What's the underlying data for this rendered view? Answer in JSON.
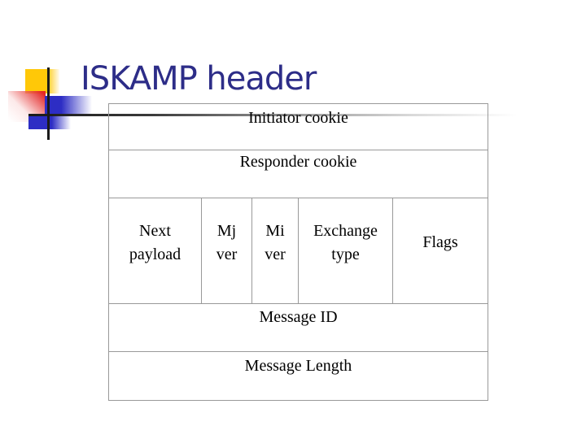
{
  "slide": {
    "title": "ISKAMP header"
  },
  "colors": {
    "title_text": "#2d2d88",
    "table_border": "#999999",
    "accent_yellow": "#ffc808",
    "accent_red": "#e32626",
    "accent_blue": "#2d2dc4",
    "line_black": "#1a1a1a"
  },
  "header_table": {
    "row_initiator": "Initiator cookie",
    "row_responder": "Responder cookie",
    "fields": [
      {
        "line1": "Next",
        "line2": "payload"
      },
      {
        "line1": "Mj",
        "line2": "ver"
      },
      {
        "line1": "Mi",
        "line2": "ver"
      },
      {
        "line1": "Exchange",
        "line2": "type"
      },
      {
        "line1": "Flags",
        "line2": ""
      }
    ],
    "row_message_id": "Message ID",
    "row_message_length": "Message Length"
  }
}
